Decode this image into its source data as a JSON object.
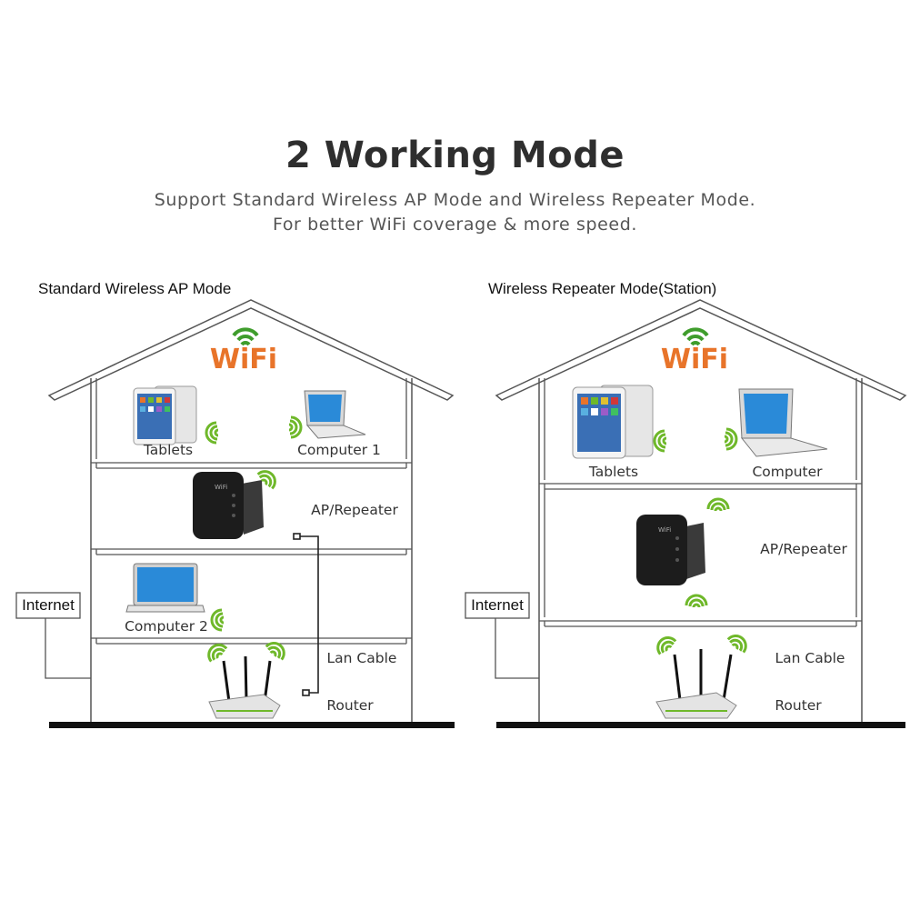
{
  "header": {
    "title": "2 Working Mode",
    "subtitle_line1": "Support Standard Wireless AP Mode and Wireless Repeater Mode.",
    "subtitle_line2": "For better WiFi coverage & more speed."
  },
  "left_mode": {
    "title": "Standard Wireless AP Mode",
    "logo": "WiFi",
    "internet": "Internet",
    "labels": {
      "tablets": "Tablets",
      "computer1": "Computer 1",
      "ap": "AP/Repeater",
      "computer2": "Computer 2",
      "lan": "Lan Cable",
      "router": "Router"
    }
  },
  "right_mode": {
    "title": "Wireless Repeater Mode(Station)",
    "logo": "WiFi",
    "internet": "Internet",
    "labels": {
      "tablets": "Tablets",
      "computer": "Computer",
      "ap": "AP/Repeater",
      "lan": "Lan Cable",
      "router": "Router"
    }
  },
  "colors": {
    "wifi_orange": "#e8742a",
    "wifi_green": "#3f9d2c",
    "signal_green": "#6fb82a",
    "house_line": "#555555",
    "ground": "#111111",
    "screen_blue": "#2a8ad8",
    "device_dark": "#1c1c1c"
  },
  "icons": [
    "wifi-logo-icon",
    "tablet-icon",
    "laptop-icon",
    "repeater-icon",
    "router-icon",
    "wifi-signal-icon",
    "plug-icon"
  ]
}
